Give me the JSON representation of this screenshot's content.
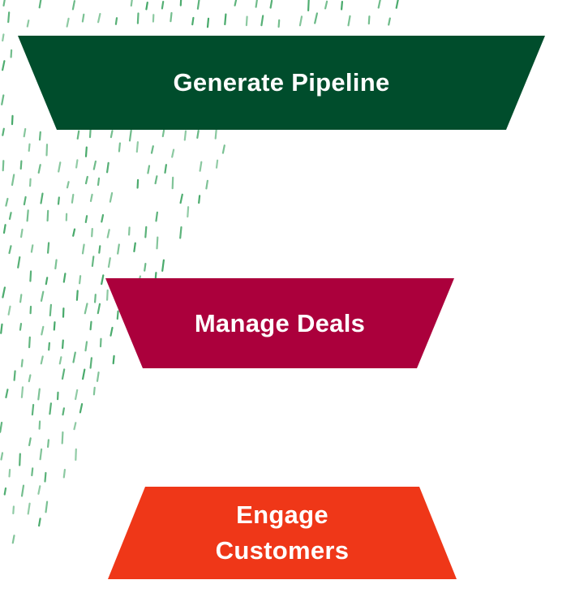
{
  "colors": {
    "stage_1": "#004d2c",
    "stage_2": "#ab003c",
    "stage_3": "#ef3718",
    "dashes": "#3aa35f",
    "label_text": "#ffffff"
  },
  "funnel": {
    "stages": [
      {
        "label": "Generate Pipeline"
      },
      {
        "label_line_1": "Manage Deals"
      },
      {
        "label_line_1": "Engage",
        "label_line_2": "Customers"
      }
    ]
  },
  "decoration": {
    "pattern": "dash-strokes"
  }
}
